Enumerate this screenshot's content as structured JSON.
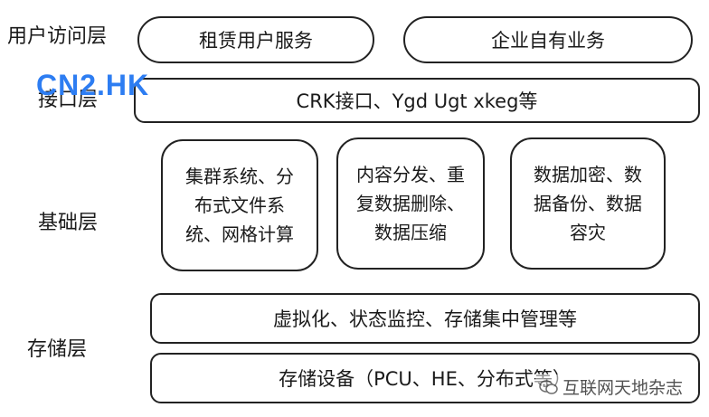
{
  "layers": {
    "user": {
      "label": "用户访问层",
      "boxes": [
        "租赁用户服务",
        "企业自有业务"
      ]
    },
    "interface": {
      "label": "接口层",
      "box": "CRK接口、Ygd Ugt xkeg等"
    },
    "foundation": {
      "label": "基础层",
      "cards": [
        {
          "lines": [
            "集群系统、分",
            "布式文件系",
            "统、网格计算"
          ]
        },
        {
          "lines": [
            "内容分发、重",
            "复数据删除、",
            "数据压缩"
          ]
        },
        {
          "lines": [
            "数据加密、数",
            "据备份、数据",
            "容灾"
          ]
        }
      ]
    },
    "storage": {
      "label": "存储层",
      "boxes": [
        "虚拟化、状态监控、存储集中管理等",
        "存储设备（PCU、HE、分布式等）"
      ]
    }
  },
  "logo": "CN2.HK",
  "watermark": "互联网天地杂志"
}
